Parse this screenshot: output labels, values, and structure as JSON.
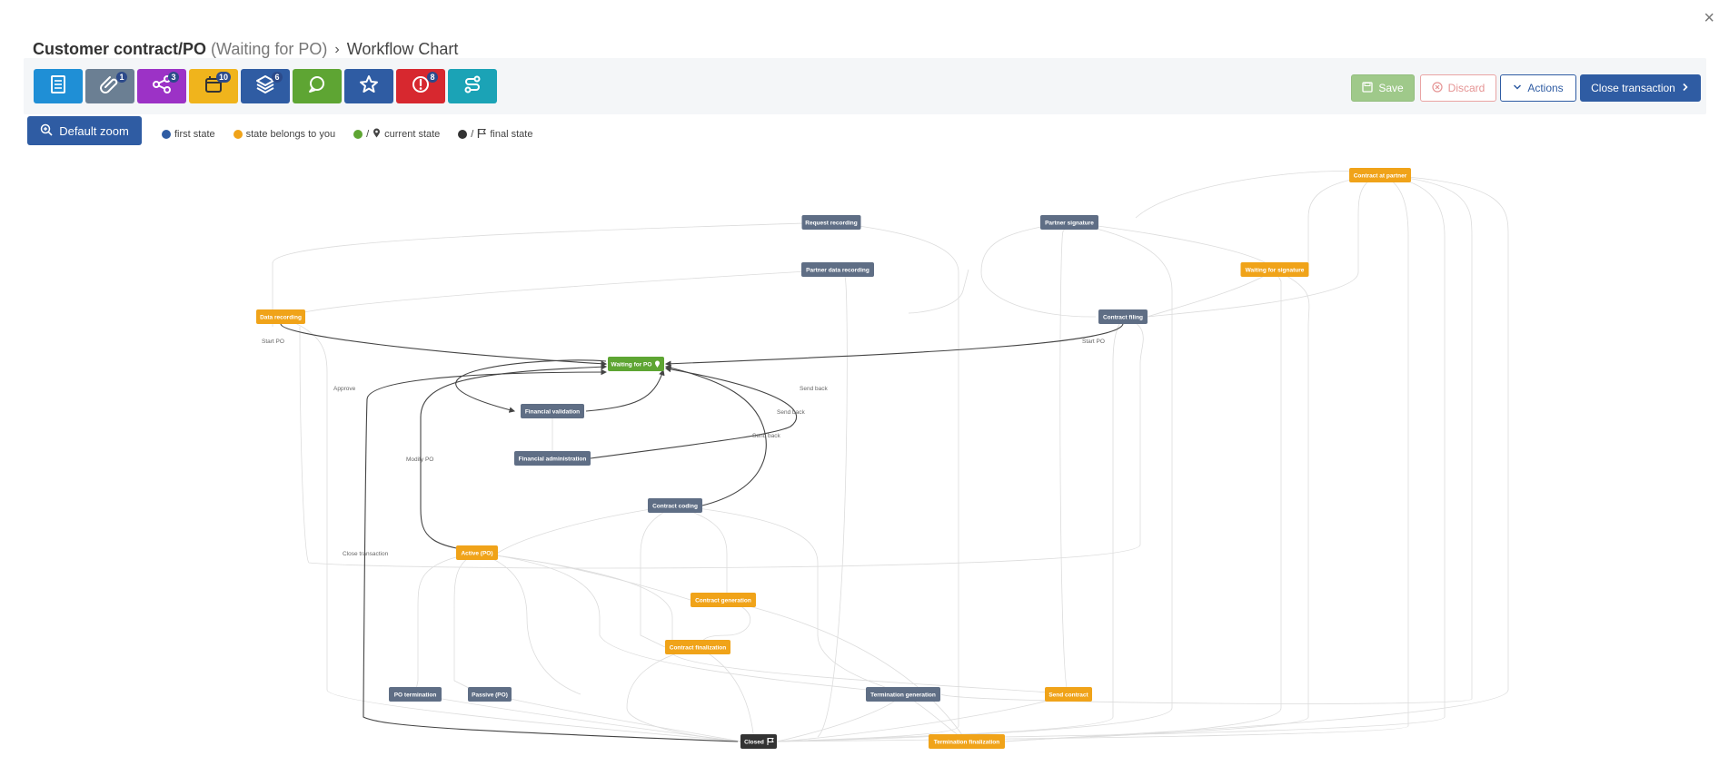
{
  "header": {
    "title_main": "Customer contract/PO",
    "title_state": "(Waiting for PO)",
    "crumb": "Workflow Chart",
    "close_symbol": "×"
  },
  "toolbar": {
    "buttons": [
      {
        "name": "details",
        "icon": "document-icon",
        "color": "#1f8fd6",
        "badge": ""
      },
      {
        "name": "attachments",
        "icon": "paperclip-icon",
        "color": "#6b7f93",
        "badge": "1"
      },
      {
        "name": "share",
        "icon": "share-icon",
        "color": "#9c32c6",
        "badge": "3"
      },
      {
        "name": "calendar",
        "icon": "calendar-icon",
        "color": "#f0b41c",
        "badge": "10"
      },
      {
        "name": "layers",
        "icon": "layers-icon",
        "color": "#2f5ca3",
        "badge": "6"
      },
      {
        "name": "comments",
        "icon": "chat-icon",
        "color": "#5ea533",
        "badge": ""
      },
      {
        "name": "favorite",
        "icon": "star-icon",
        "color": "#2f5ca3",
        "badge": ""
      },
      {
        "name": "alerts",
        "icon": "alert-icon",
        "color": "#d7282f",
        "badge": "8"
      },
      {
        "name": "workflow",
        "icon": "route-icon",
        "color": "#1ba3b6",
        "badge": ""
      }
    ],
    "save_label": "Save",
    "discard_label": "Discard",
    "actions_label": "Actions",
    "close_transaction_label": "Close transaction"
  },
  "zoom": {
    "label": "Default zoom"
  },
  "legend": {
    "first_state": {
      "label": "first state",
      "color": "#2f5ca3"
    },
    "own_state": {
      "label": "state belongs to you",
      "color": "#f0a319"
    },
    "current_state": {
      "label": "current state",
      "color": "#5ea533"
    },
    "final_state": {
      "label": "final state",
      "color": "#333333"
    },
    "separator": "/"
  },
  "colors": {
    "gray_node": "#5f6e85",
    "orange_node": "#f0a319",
    "green_node": "#5ea533",
    "final_node": "#333333",
    "active_edge": "#444444",
    "inactive_edge": "#dcdcdc"
  },
  "workflow": {
    "nodes": [
      {
        "id": "contract_at_partner",
        "label": "Contract at partner",
        "kind": "orange"
      },
      {
        "id": "request_recording",
        "label": "Request recording",
        "kind": "gray"
      },
      {
        "id": "partner_signature",
        "label": "Partner signature",
        "kind": "gray"
      },
      {
        "id": "partner_data_recording",
        "label": "Partner data recording",
        "kind": "gray"
      },
      {
        "id": "waiting_for_signature",
        "label": "Waiting for signature",
        "kind": "orange"
      },
      {
        "id": "data_recording",
        "label": "Data recording",
        "kind": "orange"
      },
      {
        "id": "contract_filing",
        "label": "Contract filing",
        "kind": "gray"
      },
      {
        "id": "waiting_for_po",
        "label": "Waiting for PO",
        "kind": "green"
      },
      {
        "id": "financial_validation",
        "label": "Financial validation",
        "kind": "gray"
      },
      {
        "id": "financial_administration",
        "label": "Financial administration",
        "kind": "gray"
      },
      {
        "id": "contract_coding",
        "label": "Contract coding",
        "kind": "gray"
      },
      {
        "id": "active_po",
        "label": "Active (PO)",
        "kind": "orange"
      },
      {
        "id": "contract_generation",
        "label": "Contract generation",
        "kind": "orange"
      },
      {
        "id": "contract_finalization",
        "label": "Contract finalization",
        "kind": "orange"
      },
      {
        "id": "po_termination",
        "label": "PO termination",
        "kind": "gray"
      },
      {
        "id": "passive_po",
        "label": "Passive (PO)",
        "kind": "gray"
      },
      {
        "id": "termination_generation",
        "label": "Termination generation",
        "kind": "gray"
      },
      {
        "id": "send_contract",
        "label": "Send contract",
        "kind": "orange"
      },
      {
        "id": "closed",
        "label": "Closed",
        "kind": "final"
      },
      {
        "id": "termination_finalization",
        "label": "Termination finalization",
        "kind": "orange"
      }
    ],
    "edge_labels": {
      "start_po_left": "Start PO",
      "start_po_right": "Start PO",
      "approve": "Approve",
      "send_back_1": "Send back",
      "send_back_2": "Send back",
      "send_back_3": "Send back",
      "modify_po": "Modify PO",
      "close_transaction": "Close transaction"
    }
  }
}
